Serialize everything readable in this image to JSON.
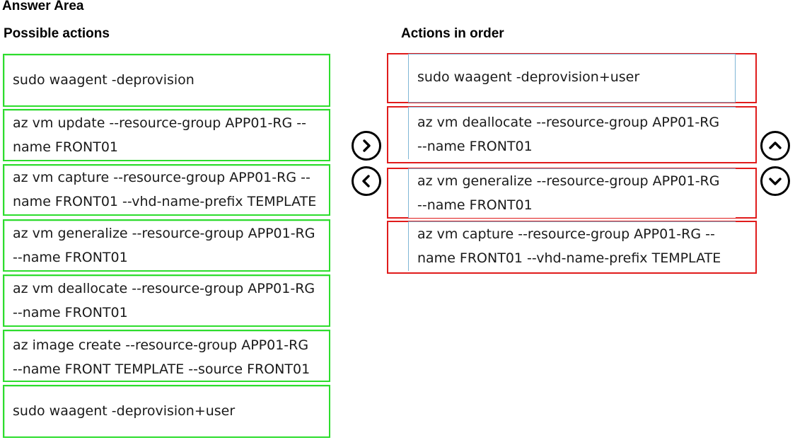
{
  "answer_area": {
    "title": "Answer Area"
  },
  "possible_actions": {
    "heading": "Possible actions",
    "items": [
      {
        "label": "sudo waagent -deprovision"
      },
      {
        "label": "az vm update --resource-group APP01-RG --\nname FRONT01"
      },
      {
        "label": "az vm capture --resource-group APP01-RG --\nname FRONT01 --vhd-name-prefix TEMPLATE"
      },
      {
        "label": "az vm generalize --resource-group APP01-RG\n--name FRONT01"
      },
      {
        "label": "az vm deallocate --resource-group APP01-RG\n--name FRONT01"
      },
      {
        "label": "az image create --resource-group APP01-RG\n--name FRONT TEMPLATE --source FRONT01"
      },
      {
        "label": "sudo waagent -deprovision+user"
      }
    ]
  },
  "actions_in_order": {
    "heading": "Actions in order",
    "items": [
      {
        "label": "sudo waagent -deprovision+user"
      },
      {
        "label": "az vm deallocate --resource-group APP01-RG\n--name FRONT01"
      },
      {
        "label": "az vm generalize --resource-group APP01-RG\n--name FRONT01"
      },
      {
        "label": "az vm capture --resource-group APP01-RG --\nname FRONT01 --vhd-name-prefix TEMPLATE"
      }
    ]
  },
  "controls": {
    "move_right_icon": "chevron-right-icon",
    "move_left_icon": "chevron-left-icon",
    "move_up_icon": "chevron-up-icon",
    "move_down_icon": "chevron-down-icon"
  },
  "colors": {
    "possible_border": "#2ddd2d",
    "order_border": "#e01b1b",
    "inner_border": "#7fb6d6"
  }
}
